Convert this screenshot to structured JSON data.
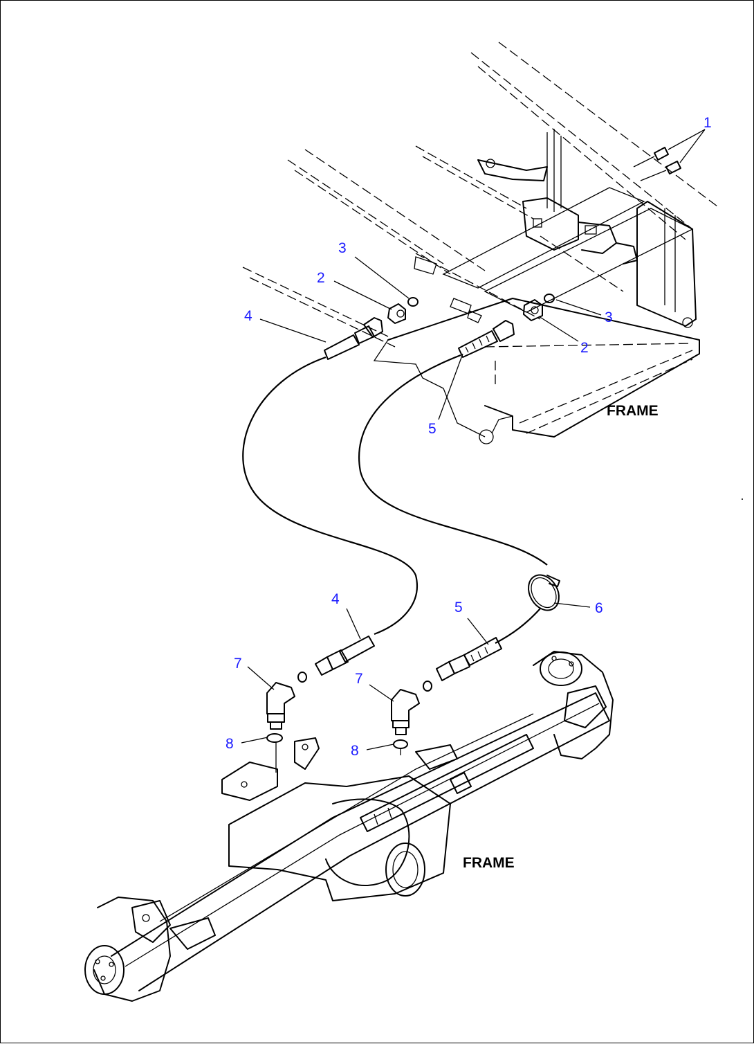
{
  "callouts": {
    "c1": "1",
    "c2a": "2",
    "c2b": "2",
    "c3a": "3",
    "c3b": "3",
    "c4a": "4",
    "c4b": "4",
    "c5a": "5",
    "c5b": "5",
    "c6": "6",
    "c7a": "7",
    "c7b": "7",
    "c8a": "8",
    "c8b": "8"
  },
  "refs": {
    "frame_top": "FRAME",
    "frame_bottom": "FRAME"
  },
  "colors": {
    "callout": "#1a1aff",
    "line": "#000000"
  }
}
